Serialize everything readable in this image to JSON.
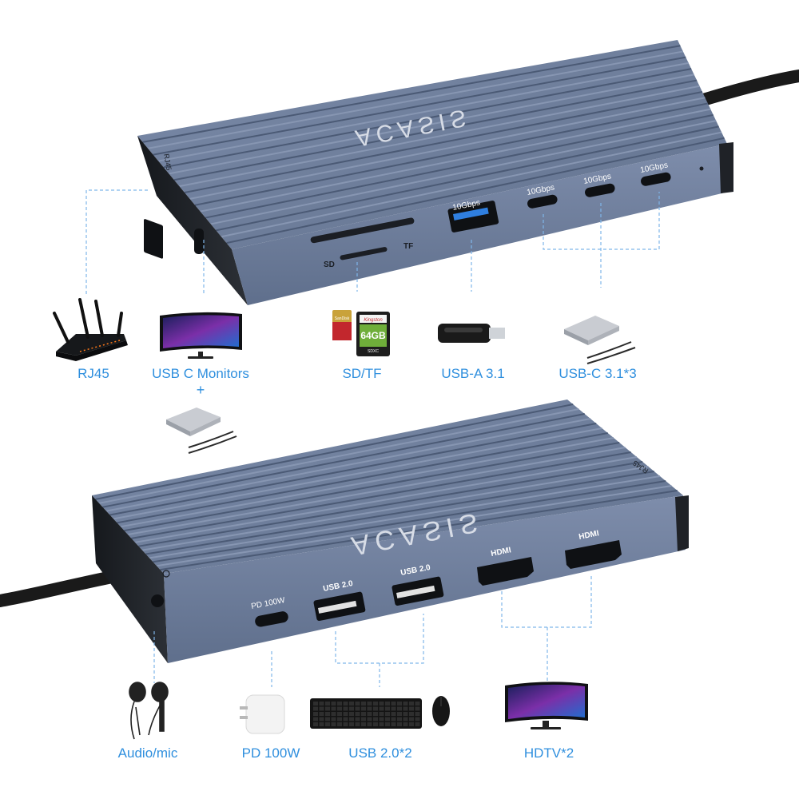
{
  "colors": {
    "hub_body": "#6e7f9c",
    "hub_rib_dark": "#4b5a75",
    "hub_side": "#1f2227",
    "accent_blue": "#2f8fde",
    "usb3_blue": "#2f7fe0",
    "connector_line": "#7fb6ea"
  },
  "top_hub": {
    "brand": "ACASIS",
    "rj45_marking": "RJ45",
    "sd_marking": "SD",
    "tf_marking": "TF",
    "usb_a_speed": "10Gbps",
    "usb_c_speed": [
      "10Gbps",
      "10Gbps",
      "10Gbps"
    ]
  },
  "bottom_hub": {
    "brand": "ACASIS",
    "rj45_marking": "RJ45",
    "pd_marking": "PD 100W",
    "usb2_marking": [
      "USB 2.0",
      "USB 2.0"
    ],
    "hdmi_marking": [
      "HDMI",
      "HDMI"
    ]
  },
  "accessories": {
    "sd_card_brand": "Kingston",
    "sd_card_capacity": "64GB",
    "sd_card_class": "SDXC",
    "microsd_brand": "SanDisk"
  },
  "labels": {
    "rj45": "RJ45",
    "usb_c_monitors": "USB C Monitors",
    "plus": "+",
    "sd_tf": "SD/TF",
    "usb_a": "USB-A 3.1",
    "usb_c": "USB-C 3.1*3",
    "audio": "Audio/mic",
    "pd": "PD 100W",
    "usb2": "USB 2.0*2",
    "hdtv": "HDTV*2"
  }
}
